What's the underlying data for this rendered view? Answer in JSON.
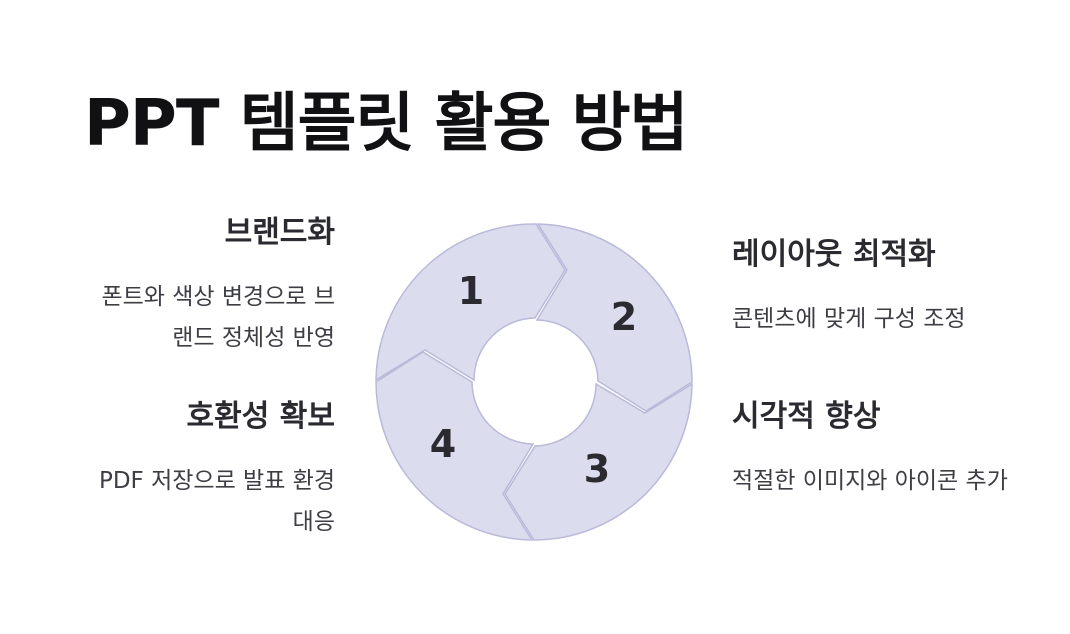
{
  "title": "PPT 템플릿 활용 방법",
  "colors": {
    "segment_fill": "#dcdcef",
    "segment_stroke": "#b9b9d9",
    "text": "#2a2a30"
  },
  "steps": [
    {
      "number": "1",
      "title": "브랜드화",
      "description": "폰트와 색상 변경으로 브랜드 정체성 반영"
    },
    {
      "number": "2",
      "title": "레이아웃 최적화",
      "description": "콘텐츠에 맞게 구성 조정"
    },
    {
      "number": "3",
      "title": "시각적 향상",
      "description": "적절한 이미지와 아이콘 추가"
    },
    {
      "number": "4",
      "title": "호환성 확보",
      "description": "PDF 저장으로 발표 환경 대응"
    }
  ]
}
